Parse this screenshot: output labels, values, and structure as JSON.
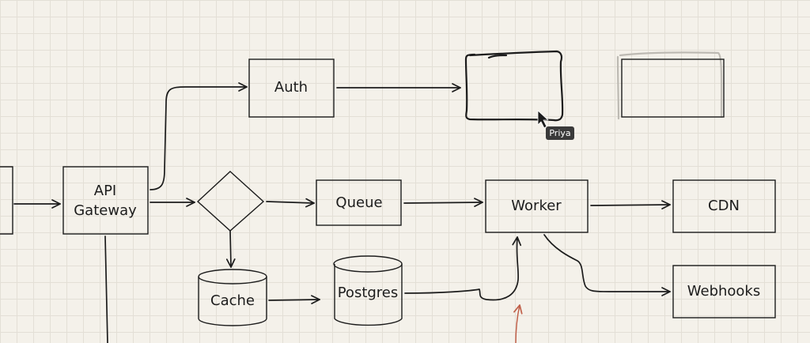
{
  "nodes": {
    "auth": "Auth",
    "api_gateway_line1": "API",
    "api_gateway_line2": "Gateway",
    "queue": "Queue",
    "worker": "Worker",
    "cdn": "CDN",
    "cache": "Cache",
    "postgres": "Postgres",
    "webhooks": "Webhooks"
  },
  "collaborator": {
    "name": "Priya"
  },
  "colors": {
    "ink": "#1c1c1c",
    "annotation": "#c0604a",
    "ghost": "#bdbab3"
  }
}
